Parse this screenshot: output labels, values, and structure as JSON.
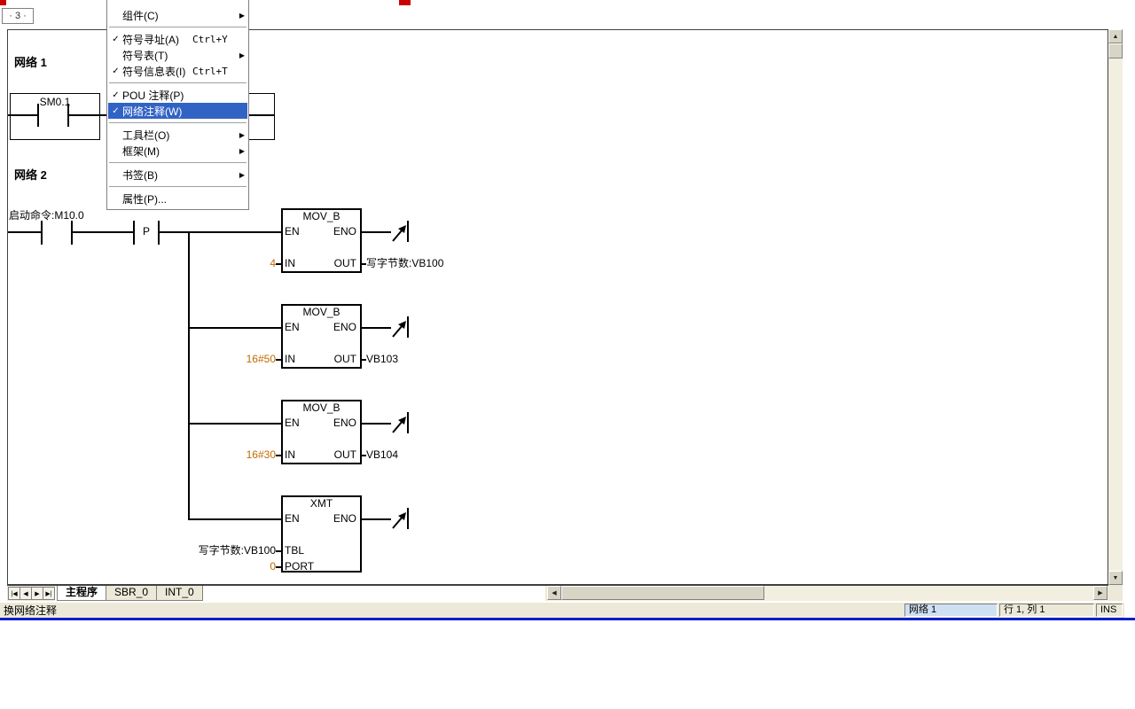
{
  "toolbar": {
    "zoom_display": "· 3 ·"
  },
  "view_menu": {
    "items": [
      {
        "type": "submenu",
        "label": "组件(C)"
      },
      {
        "type": "sep"
      },
      {
        "type": "item",
        "label": "符号寻址(A)",
        "shortcut": "Ctrl+Y",
        "checked": true
      },
      {
        "type": "submenu",
        "label": "符号表(T)"
      },
      {
        "type": "item",
        "label": "符号信息表(I)",
        "shortcut": "Ctrl+T",
        "checked": true
      },
      {
        "type": "sep"
      },
      {
        "type": "item",
        "label": "POU 注释(P)",
        "checked": true
      },
      {
        "type": "item",
        "label": "网络注释(W)",
        "checked": true,
        "highlighted": true
      },
      {
        "type": "sep"
      },
      {
        "type": "submenu",
        "label": "工具栏(O)"
      },
      {
        "type": "submenu",
        "label": "框架(M)"
      },
      {
        "type": "sep"
      },
      {
        "type": "submenu",
        "label": "书签(B)"
      },
      {
        "type": "sep"
      },
      {
        "type": "item",
        "label": "属性(P)..."
      }
    ]
  },
  "ladder": {
    "network1": {
      "label": "网络 1",
      "contact": "SM0.1"
    },
    "network2": {
      "label": "网络 2",
      "contact": "启动命令:M10.0",
      "pulse": "P",
      "blocks": [
        {
          "title": "MOV_B",
          "en": "EN",
          "eno": "ENO",
          "inputs": [
            {
              "pin": "IN",
              "value": "4",
              "constant": true
            }
          ],
          "out_pin": "OUT",
          "out_operand": "写字节数:VB100"
        },
        {
          "title": "MOV_B",
          "en": "EN",
          "eno": "ENO",
          "inputs": [
            {
              "pin": "IN",
              "value": "16#50",
              "constant": true
            }
          ],
          "out_pin": "OUT",
          "out_operand": "VB103"
        },
        {
          "title": "MOV_B",
          "en": "EN",
          "eno": "ENO",
          "inputs": [
            {
              "pin": "IN",
              "value": "16#30",
              "constant": true
            }
          ],
          "out_pin": "OUT",
          "out_operand": "VB104"
        },
        {
          "title": "XMT",
          "en": "EN",
          "eno": "ENO",
          "inputs": [
            {
              "pin": "TBL",
              "value": "写字节数:VB100",
              "constant": false
            },
            {
              "pin": "PORT",
              "value": "0",
              "constant": true
            }
          ],
          "out_pin": null,
          "out_operand": null
        }
      ]
    }
  },
  "pou_bar": {
    "nav": [
      "|◀",
      "◀",
      "▶",
      "▶|"
    ],
    "tabs": [
      {
        "label": "主程序",
        "selected": true
      },
      {
        "label": "SBR_0",
        "selected": false
      },
      {
        "label": "INT_0",
        "selected": false
      }
    ]
  },
  "status_bar": {
    "message": "换网络注释",
    "network": "网络 1",
    "cursor": "行 1, 列 1",
    "mode": "INS"
  },
  "colors": {
    "constant": "#c06a00",
    "menu_highlight": "#3163c5",
    "statusbar_network_bg": "#cfe0f2",
    "window_edge_blue": "#0f1fc8",
    "artifact_red": "#cc0000"
  }
}
